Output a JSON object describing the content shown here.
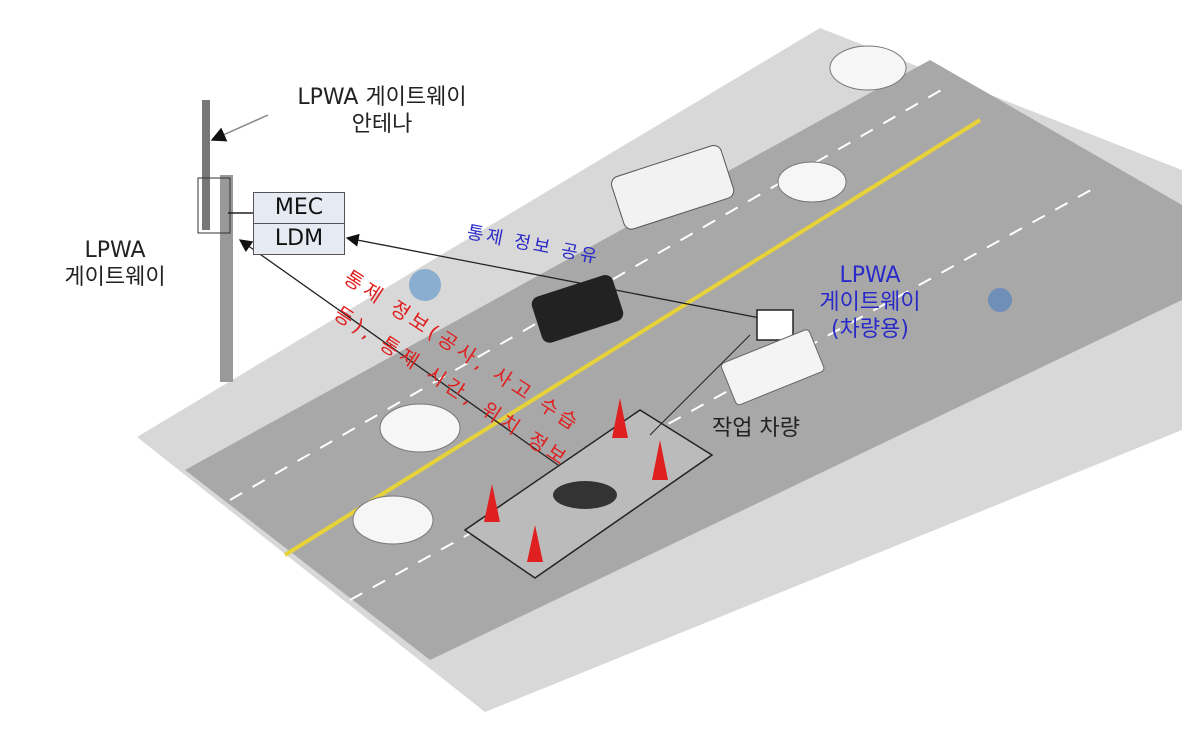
{
  "labels": {
    "antenna": [
      "LPWA 게이트웨이",
      "안테나"
    ],
    "gateway": [
      "LPWA",
      "게이트웨이"
    ],
    "mec": "MEC",
    "ldm": "LDM",
    "share": "통제 정보 공유",
    "vehicle_gateway": [
      "LPWA",
      "게이트웨이",
      "(차량용)"
    ],
    "work_vehicle": "작업 차량",
    "control_info": [
      "통제 정보(공사, 사고 수습",
      "등), 통제 시간, 위치 정보"
    ]
  },
  "colors": {
    "road": "#a9a9a9",
    "sidewalk": "#d9d9d9",
    "center_line": "#e8d23a",
    "control_text": "#e02020",
    "share_text": "#2a2ac8"
  }
}
